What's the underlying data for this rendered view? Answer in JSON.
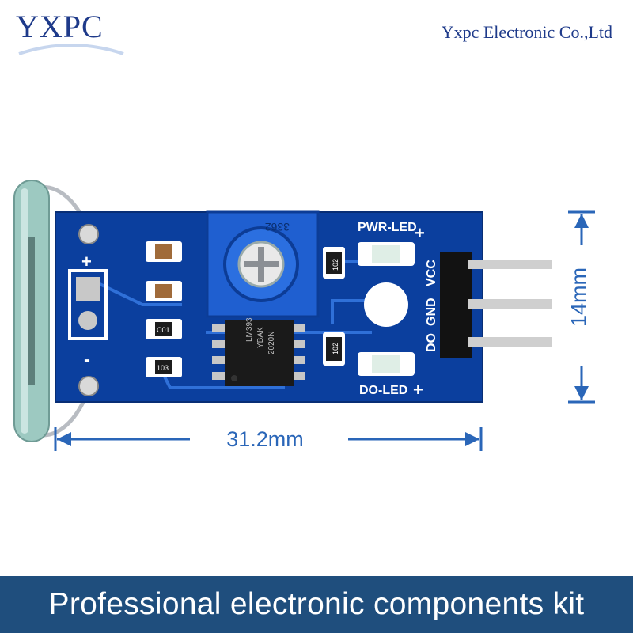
{
  "brand": {
    "logo": "YXPC",
    "company": "Yxpc Electronic Co.,Ltd"
  },
  "board": {
    "pwr_led_label": "PWR-LED",
    "do_led_label": "DO-LED",
    "pin_labels": [
      "DO",
      "GND",
      "VCC"
    ],
    "pot_label": "3362",
    "chip_lines": [
      "LM393",
      "YBAK",
      "2020N"
    ],
    "resistor_labels": [
      "102",
      "102"
    ],
    "smd_labels": [
      "C01",
      "103"
    ],
    "plus_sign": "+",
    "minus_sign": "-"
  },
  "dimensions": {
    "width": "31.2mm",
    "height": "14mm"
  },
  "banner": {
    "text": "Professional electronic components kit"
  },
  "colors": {
    "pcb": "#0b3f9e",
    "brand": "#1e3a8a",
    "dimension": "#2a66b8",
    "banner": "#1f4e7d"
  }
}
